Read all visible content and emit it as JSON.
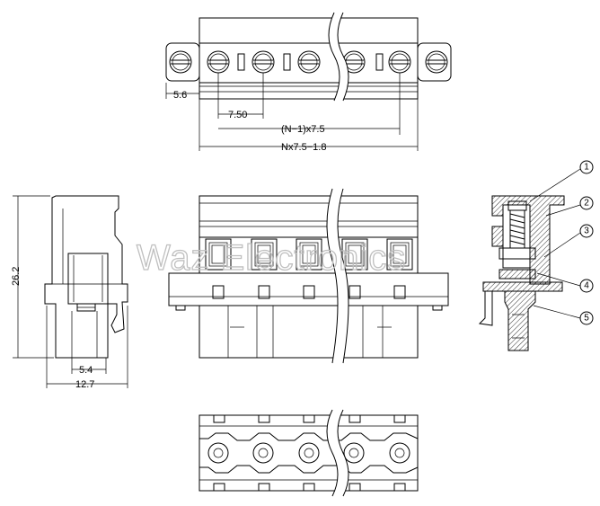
{
  "top_view": {
    "dim_pitch": "7.50",
    "dim_offset": "5.6",
    "dim_n_minus_1": "(N−1)x7.5",
    "dim_total": "Nx7.5−1.8"
  },
  "side_view": {
    "dim_height": "26.2",
    "dim_inner_width": "5.4",
    "dim_width": "12.7"
  },
  "callouts": [
    "1",
    "2",
    "3",
    "4",
    "5"
  ],
  "watermark": "Waz Electronics"
}
